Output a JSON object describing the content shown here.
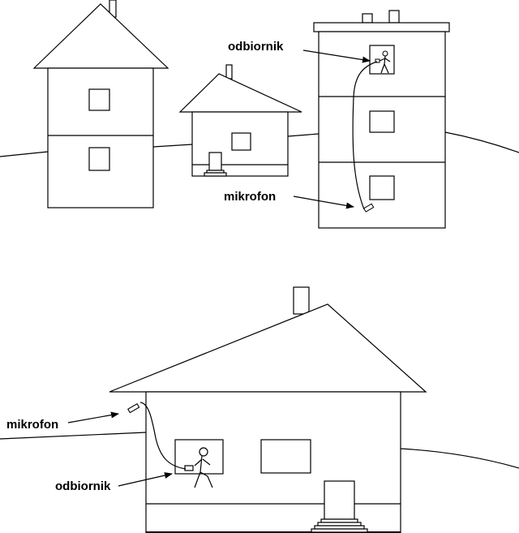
{
  "top_scene": {
    "label_receiver": "odbiornik",
    "label_microphone": "mikrofon"
  },
  "bottom_scene": {
    "label_receiver": "odbiornik",
    "label_microphone": "mikrofon"
  }
}
